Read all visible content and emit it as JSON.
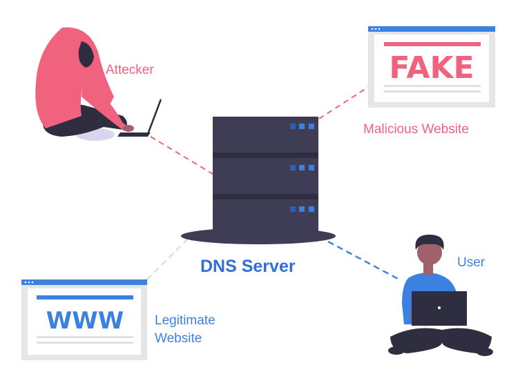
{
  "labels": {
    "attacker": "Attecker",
    "malicious": "Malicious Website",
    "user": "User",
    "legit_line1": "Legitimate",
    "legit_line2": "Website",
    "dns": "DNS Server"
  },
  "fake_page": {
    "text": "FAKE"
  },
  "legit_page": {
    "text": "WWW"
  },
  "colors": {
    "attacker_accent": "#f0627d",
    "legit_accent": "#3b82e0",
    "server_body": "#3f3d56",
    "server_led": "#3b82e0",
    "page_frame": "#e6e6e6",
    "light_link": "#cfe0f7"
  },
  "icons": {
    "attacker": "hooded-person-with-laptop",
    "user": "seated-person-with-laptop",
    "server": "server-rack"
  }
}
